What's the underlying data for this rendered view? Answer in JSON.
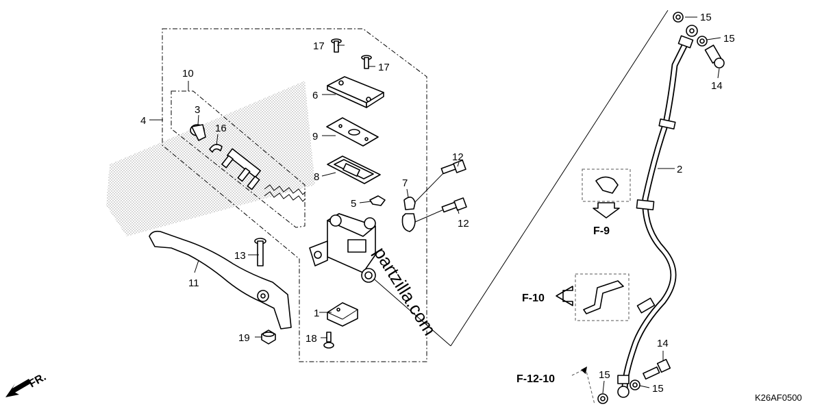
{
  "callouts": {
    "c1": "1",
    "c2": "2",
    "c3": "3",
    "c4": "4",
    "c5": "5",
    "c6": "6",
    "c7": "7",
    "c8": "8",
    "c9": "9",
    "c10": "10",
    "c11": "11",
    "c12a": "12",
    "c12b": "12",
    "c13": "13",
    "c14a": "14",
    "c14b": "14",
    "c15a": "15",
    "c15b": "15",
    "c15c": "15",
    "c15d": "15",
    "c16": "16",
    "c17a": "17",
    "c17b": "17",
    "c18": "18",
    "c19": "19"
  },
  "refs": {
    "f9": "F-9",
    "f10": "F-10",
    "f1210": "F-12-10"
  },
  "direction_label": "FR.",
  "watermark": "partzilla.com",
  "diagram_code": "K26AF0500",
  "colors": {
    "line": "#000000",
    "background": "#ffffff",
    "stipple": "#9a9a9a"
  }
}
